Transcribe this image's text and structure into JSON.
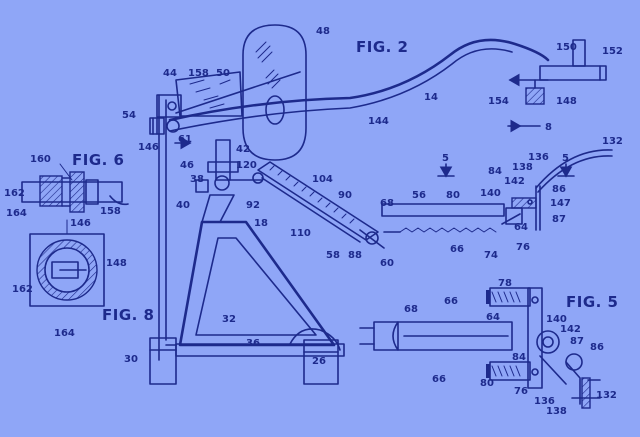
{
  "figures": {
    "fig2": "FIG. 2",
    "fig5": "FIG. 5",
    "fig6": "FIG. 6",
    "fig8": "FIG. 8"
  },
  "section_marks": {
    "eight": "8",
    "five_left": "5",
    "five_right": "5"
  },
  "colors": {
    "paper": "#8fa6f7",
    "ink": "#1d2a8c"
  },
  "refs_fig2": [
    "48",
    "44",
    "158",
    "50",
    "54",
    "146",
    "61",
    "46",
    "42",
    "120",
    "38",
    "40",
    "92",
    "18",
    "104",
    "90",
    "110",
    "58",
    "88",
    "60",
    "32",
    "36",
    "26",
    "30",
    "14",
    "144",
    "150",
    "152",
    "154",
    "148",
    "56",
    "80",
    "66",
    "68",
    "84",
    "142",
    "140",
    "138",
    "136",
    "86",
    "147",
    "87",
    "64",
    "76",
    "74",
    "132"
  ],
  "refs_fig5": [
    "78",
    "68",
    "66",
    "64",
    "140",
    "142",
    "87",
    "86",
    "84",
    "66",
    "80",
    "76",
    "136",
    "138",
    "132"
  ],
  "refs_fig6": [
    "160",
    "162",
    "164",
    "146",
    "158"
  ],
  "refs_fig8": [
    "148",
    "162",
    "164"
  ]
}
